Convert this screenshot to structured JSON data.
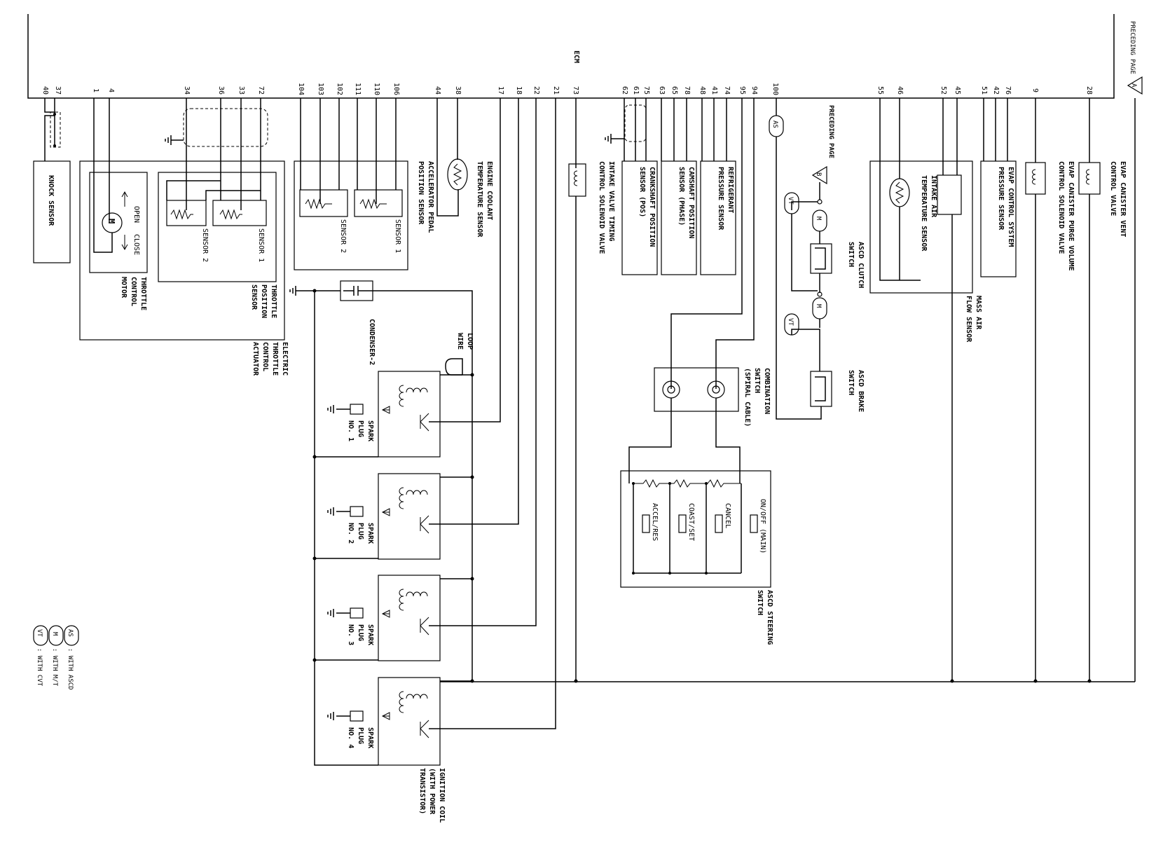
{
  "title": "ECM",
  "continuation": {
    "preceding_page": "PRECEDING PAGE",
    "connector_a": "A",
    "connector_b": "B",
    "as_preceding": "PRECEDING PAGE"
  },
  "pins": {
    "p40": "40",
    "p37": "37",
    "p1": "1",
    "p4": "4",
    "p34": "34",
    "p36": "36",
    "p33": "33",
    "p72": "72",
    "p104": "104",
    "p103": "103",
    "p102": "102",
    "p111": "111",
    "p110": "110",
    "p106": "106",
    "p44": "44",
    "p38": "38",
    "p17": "17",
    "p18": "18",
    "p22": "22",
    "p21": "21",
    "p73": "73",
    "p62": "62",
    "p61": "61",
    "p75": "75",
    "p63": "63",
    "p65": "65",
    "p78": "78",
    "p48": "48",
    "p41": "41",
    "p74": "74",
    "p95": "95",
    "p94": "94",
    "p100": "100",
    "p55": "55",
    "p46": "46",
    "p52": "52",
    "p45": "45",
    "p51": "51",
    "p42": "42",
    "p76": "76",
    "p9": "9",
    "p28": "28"
  },
  "components": {
    "knock_sensor": "KNOCK SENSOR",
    "throttle_motor": [
      "THROTTLE",
      "CONTROL",
      "MOTOR"
    ],
    "open": "OPEN",
    "close": "CLOSE",
    "tps": [
      "THROTTLE",
      "POSITION",
      "SENSOR"
    ],
    "sensor1": "SENSOR 1",
    "sensor2": "SENSOR 2",
    "etc_actuator": [
      "ELECTRIC",
      "THROTTLE",
      "CONTROL",
      "ACTUATOR"
    ],
    "app_sensor": [
      "ACCELERATOR PEDAL",
      "POSITION SENSOR"
    ],
    "ect_sensor": [
      "ENGINE COOLANT",
      "TEMPERATURE SENSOR"
    ],
    "condenser": "CONDENSER-2",
    "loop_wire": [
      "LOOP",
      "WIRE"
    ],
    "spark1": [
      "SPARK",
      "PLUG",
      "NO. 1"
    ],
    "spark2": [
      "SPARK",
      "PLUG",
      "NO. 2"
    ],
    "spark3": [
      "SPARK",
      "PLUG",
      "NO. 3"
    ],
    "spark4": [
      "SPARK",
      "PLUG",
      "NO. 4"
    ],
    "ignition_coil": [
      "IGNITION COIL",
      "(WITH POWER",
      "TRANSISTOR)"
    ],
    "ivt_valve": [
      "INTAKE VALVE TIMING",
      "CONTROL SOLENOID VALVE"
    ],
    "ckp_sensor": [
      "CRANKSHAFT POSITION",
      "SENSOR (POS)"
    ],
    "cmp_sensor": [
      "CAMSHAFT POSITION",
      "SENSOR (PHASE)"
    ],
    "refrig_sensor": [
      "REFRIGERANT",
      "PRESSURE SENSOR"
    ],
    "combo_switch": [
      "COMBINATION",
      "SWITCH",
      "(SPIRAL CABLE)"
    ],
    "ascd_steering": [
      "ASCD STEERING",
      "SWITCH"
    ],
    "on_off": "ON/OFF (MAIN)",
    "cancel": "CANCEL",
    "coast_set": "COAST/SET",
    "accel_res": "ACCEL/RES",
    "ascd_clutch": [
      "ASCD CLUTCH",
      "SWITCH"
    ],
    "ascd_brake": [
      "ASCD BRAKE",
      "SWITCH"
    ],
    "iat_sensor": [
      "INTAKE AIR",
      "TEMPERATURE SENSOR"
    ],
    "maf_sensor": [
      "MASS AIR",
      "FLOW SENSOR"
    ],
    "evap_press": [
      "EVAP CONTROL SYSTEM",
      "PRESSURE SENSOR"
    ],
    "evap_purge": [
      "EVAP CANISTER PURGE VOLUME",
      "CONTROL SOLENOID VALVE"
    ],
    "evap_vent": [
      "EVAP CANISTER VENT",
      "CONTROL VALVE"
    ],
    "tag_as": "AS",
    "tag_m": "M",
    "tag_vt": "VT"
  },
  "legend": [
    {
      "code": "AS",
      "text": ": WITH ASCD"
    },
    {
      "code": "M",
      "text": ": WITH M/T"
    },
    {
      "code": "VT",
      "text": ": WITH CVT"
    }
  ]
}
